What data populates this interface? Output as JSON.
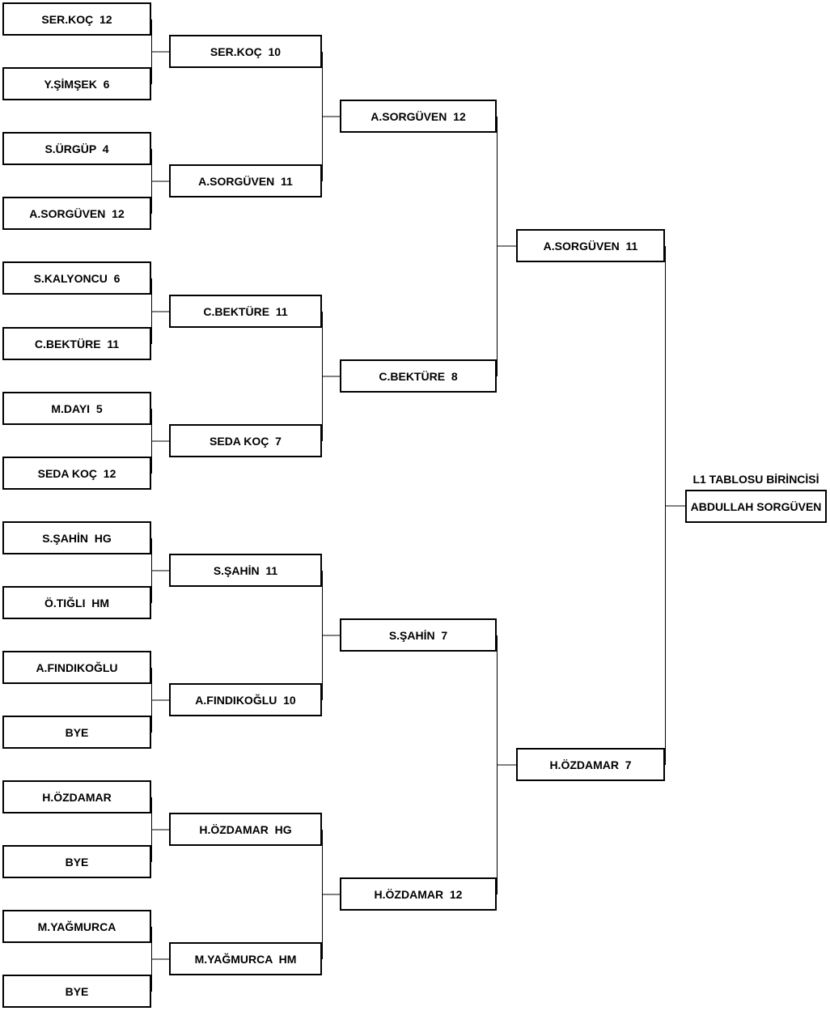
{
  "bracket": {
    "round1": [
      "SER.KOÇ  12",
      "Y.ŞİMŞEK  6",
      "S.ÜRGÜP  4",
      "A.SORGÜVEN  12",
      "S.KALYONCU  6",
      "C.BEKTÜRE  11",
      "M.DAYI  5",
      "SEDA KOÇ  12",
      "S.ŞAHİN  HG",
      "Ö.TIĞLI  HM",
      "A.FINDIKOĞLU",
      "BYE",
      "H.ÖZDAMAR",
      "BYE",
      "M.YAĞMURCA",
      "BYE"
    ],
    "round2": [
      "SER.KOÇ  10",
      "A.SORGÜVEN  11",
      "C.BEKTÜRE  11",
      "SEDA KOÇ  7",
      "S.ŞAHİN  11",
      "A.FINDIKOĞLU  10",
      "H.ÖZDAMAR  HG",
      "M.YAĞMURCA  HM"
    ],
    "round3": [
      "A.SORGÜVEN  12",
      "C.BEKTÜRE  8",
      "S.ŞAHİN  7",
      "H.ÖZDAMAR  12"
    ],
    "round4": [
      "A.SORGÜVEN  11",
      "H.ÖZDAMAR  7"
    ],
    "champion": {
      "title": "L1 TABLOSU BİRİNCİSİ",
      "name": "ABDULLAH SORGÜVEN"
    }
  }
}
